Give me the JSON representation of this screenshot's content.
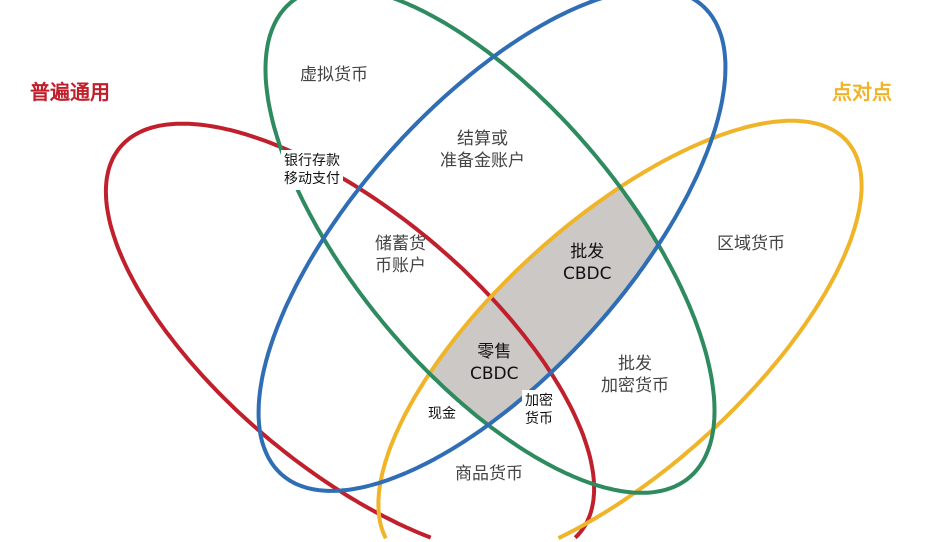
{
  "colors": {
    "red": "#c0202c",
    "green": "#2e8b5f",
    "blue": "#2f6db5",
    "yellow": "#f0b429",
    "overlap": "#cbc8c6"
  },
  "categories": {
    "universal": "普遍通用",
    "peer_to_peer": "点对点"
  },
  "regions": {
    "virtual_currency": "虚拟货币",
    "settlement_1": "结算或",
    "settlement_2": "准备金账户",
    "bank_deposit_1": "银行存款",
    "bank_deposit_2": "移动支付",
    "savings_1": "储蓄货",
    "savings_2": "币账户",
    "wholesale_cbdc_1": "批发",
    "wholesale_cbdc_2": "CBDC",
    "retail_cbdc_1": "零售",
    "retail_cbdc_2": "CBDC",
    "local_currency": "区域货币",
    "wholesale_crypto_1": "批发",
    "wholesale_crypto_2": "加密货币",
    "cash": "现金",
    "crypto_1": "加密",
    "crypto_2": "货币",
    "commodity": "商品货币"
  }
}
